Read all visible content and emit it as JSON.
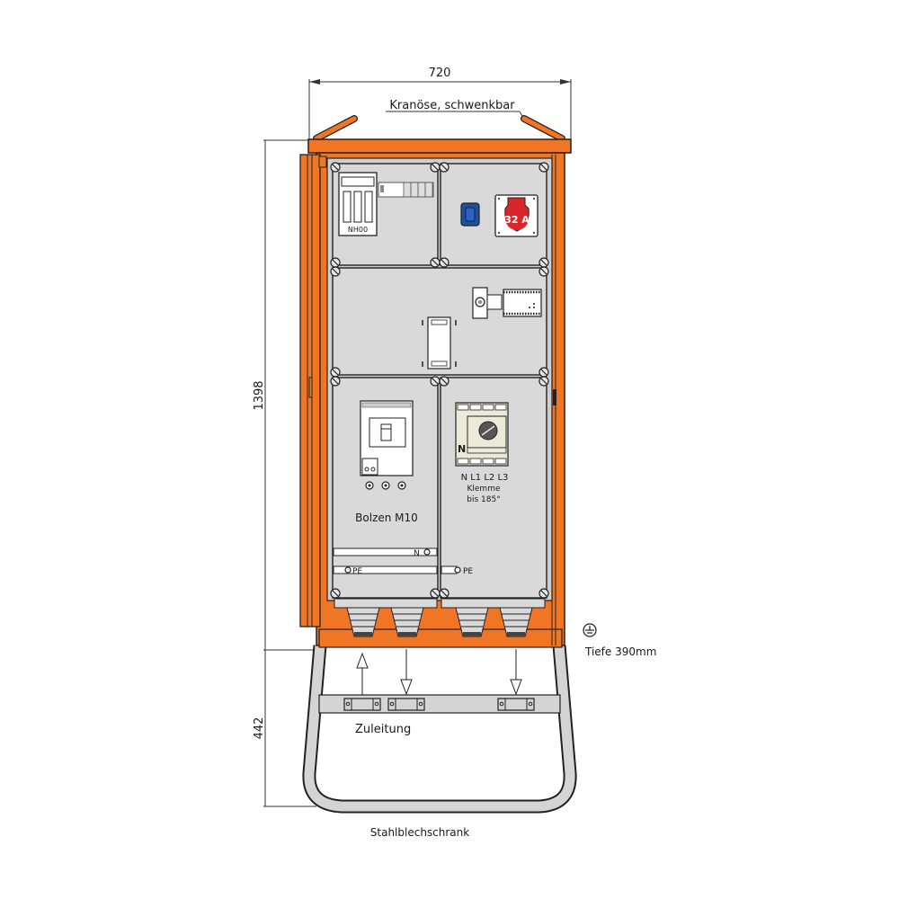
{
  "dimensions": {
    "width": "720",
    "height_cabinet": "1398",
    "height_base": "442",
    "depth": "Tiefe 390mm"
  },
  "labels": {
    "crane_eye": "Kranöse, schwenkbar",
    "fuse_switch": "NH00",
    "cee_socket": "32 A",
    "bolt": "Bolzen M10",
    "terminal_phases": "N  L1 L2 L3",
    "terminal_line1": "Klemme",
    "terminal_line2": "bis 185°",
    "neutral_bar": "N",
    "pe_bar_left": "PE",
    "pe_bar_right": "PE",
    "switch_n": "N",
    "supply": "Zuleitung",
    "caption": "Stahlblechschrank"
  },
  "colors": {
    "orange": "#F07524",
    "panel": "#D9D9D9",
    "stroke": "#222222",
    "cee_red": "#D9262C",
    "schuko_blue": "#1F4FA0",
    "frame_grey": "#D4D4D4"
  }
}
